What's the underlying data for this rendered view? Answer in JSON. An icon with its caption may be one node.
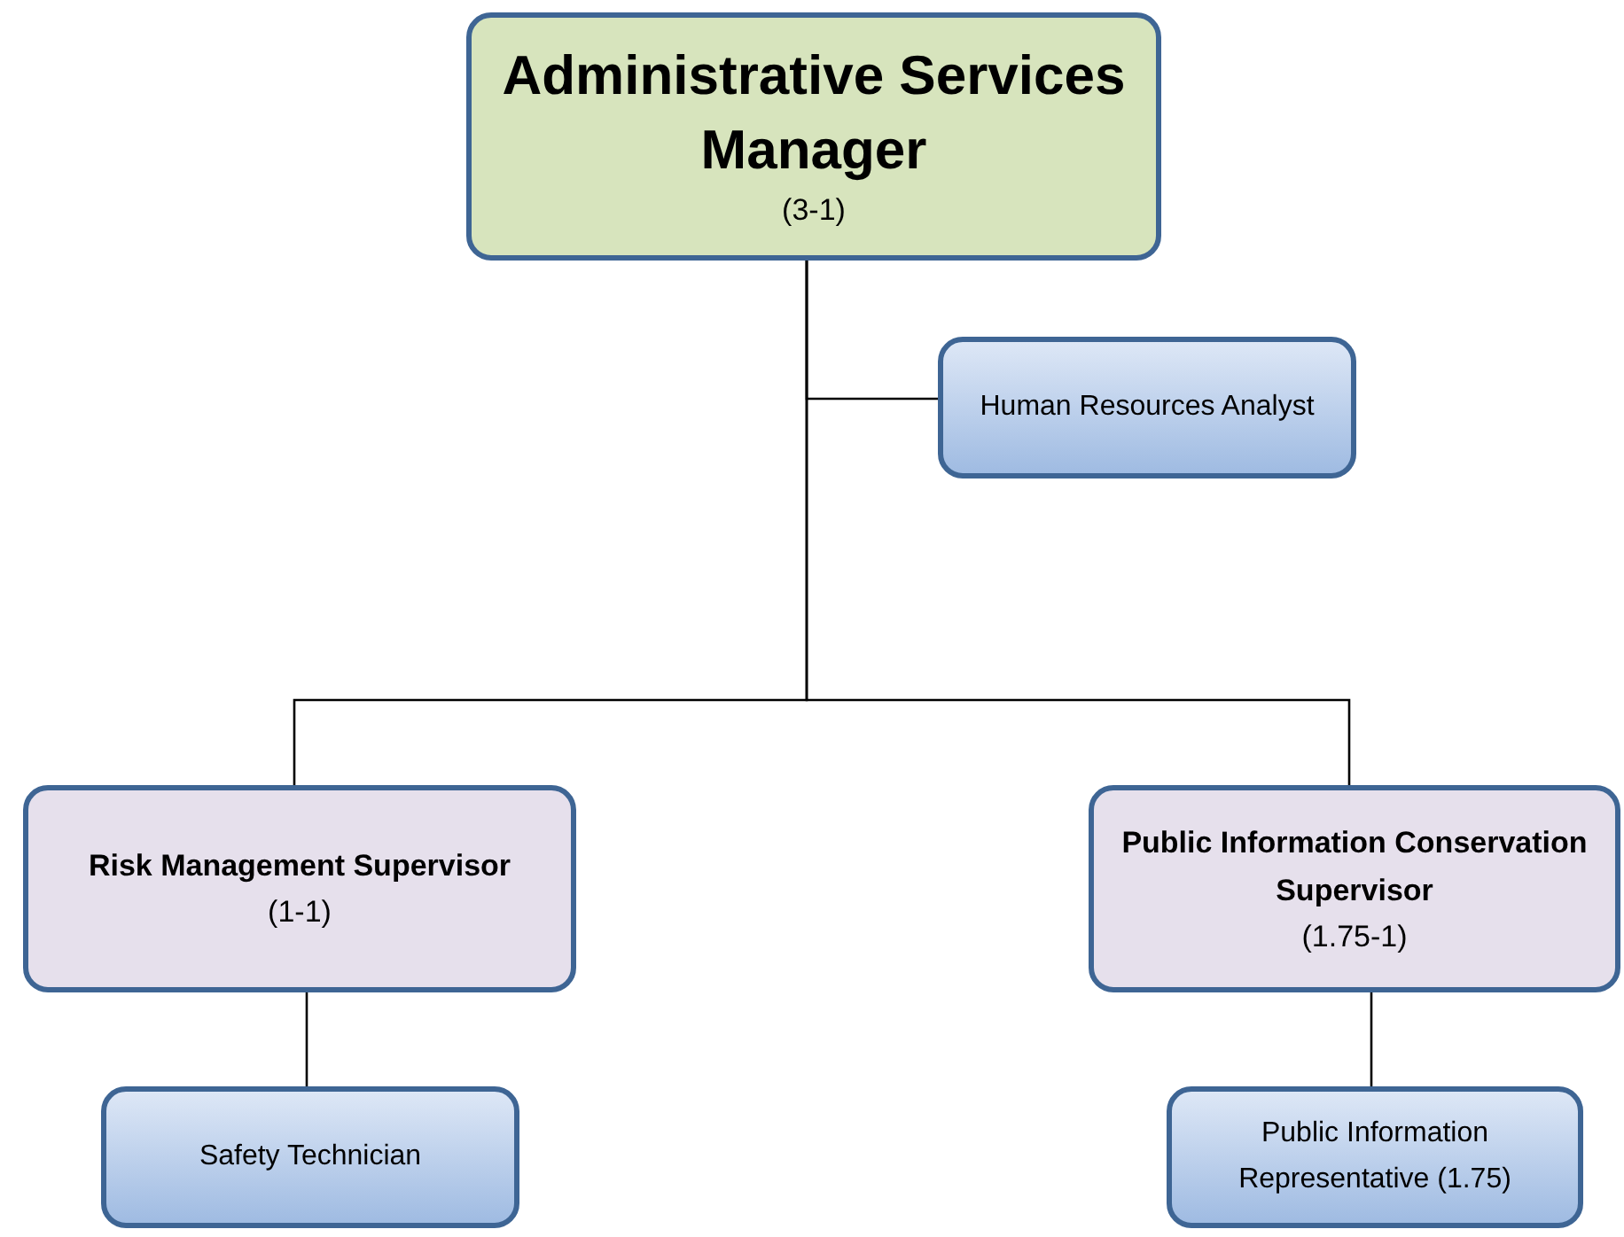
{
  "diagram": {
    "nodes": [
      {
        "text": [
          "Administrative Services  Manager",
          "(3-1)"
        ]
      },
      {
        "text": [
          "Human Resources Analyst"
        ]
      },
      {
        "text": [
          "Risk Management Supervisor",
          "(1-1)"
        ]
      },
      {
        "text": [
          "Public Information Conservation Supervisor",
          "(1.75-1)"
        ]
      },
      {
        "text": [
          "Safety Technician"
        ]
      },
      {
        "text": [
          "Public Information Representative (1.75)"
        ]
      }
    ],
    "edges": [
      {
        "from": 0,
        "to": 1,
        "arrow": "none"
      },
      {
        "from": 0,
        "to": 2,
        "arrow": "none"
      },
      {
        "from": 0,
        "to": 3,
        "arrow": "none"
      },
      {
        "from": 2,
        "to": 4,
        "arrow": "none"
      },
      {
        "from": 3,
        "to": 5,
        "arrow": "none"
      }
    ]
  }
}
